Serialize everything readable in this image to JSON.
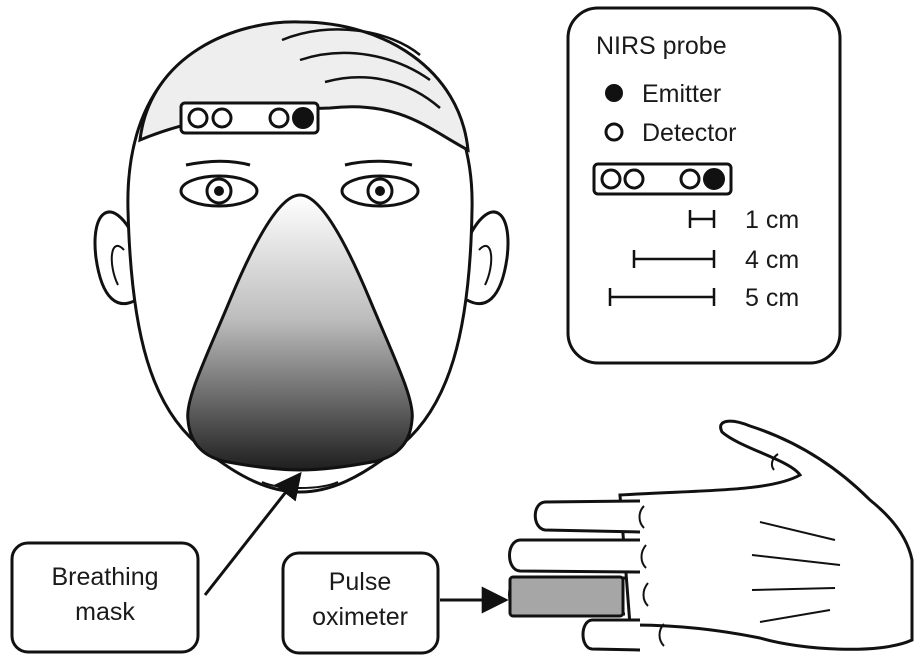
{
  "legend": {
    "title": "NIRS probe",
    "emitter_label": "Emitter",
    "detector_label": "Detector",
    "distances": [
      "1 cm",
      "4 cm",
      "5 cm"
    ]
  },
  "labels": {
    "mask_line1": "Breathing",
    "mask_line2": "mask",
    "oximeter_line1": "Pulse",
    "oximeter_line2": "oximeter"
  },
  "colors": {
    "stroke": "#111111",
    "hair": "#eeeeee",
    "oximeter": "#a6a6a6",
    "mask_top": "#ffffff",
    "mask_bottom": "#222222"
  }
}
